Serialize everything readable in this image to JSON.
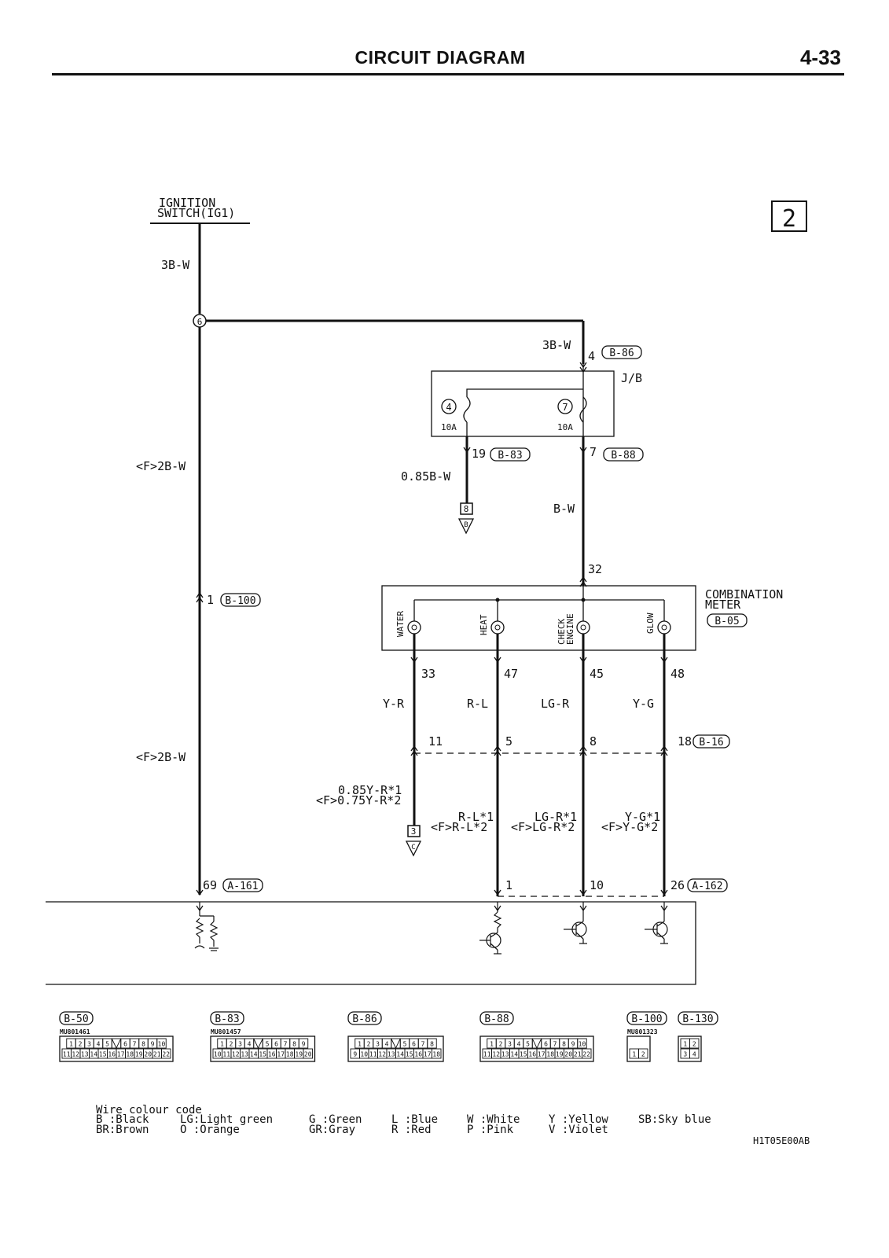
{
  "header": {
    "title": "CIRCUIT DIAGRAM",
    "page_number": "4-33"
  },
  "section_number": "2",
  "ignition_switch": {
    "label_line1": "IGNITION",
    "label_line2": "SWITCH(IG1)"
  },
  "wires": {
    "w_top": "3B-W",
    "w_left_upper": "<F>2B-W",
    "w_left_lower": "<F>2B-W",
    "w_jb_in": "3B-W",
    "w_fuse4_out": "0.85B-W",
    "w_fuse7_out": "B-W",
    "w_water": "Y-R",
    "w_heat": "R-L",
    "w_check": "LG-R",
    "w_glow": "Y-G",
    "w_yr1": "0.85Y-R*1",
    "w_yr2": "<F>0.75Y-R*2",
    "w_rl1": "R-L*1",
    "w_rl2": "<F>R-L*2",
    "w_lgr1": "LG-R*1",
    "w_lgr2": "<F>LG-R*2",
    "w_yg1": "Y-G*1",
    "w_yg2": "<F>Y-G*2"
  },
  "nodes": {
    "splice": "6"
  },
  "jb": {
    "label": "J/B",
    "fuse_a": {
      "number": "4",
      "rating": "10A"
    },
    "fuse_b": {
      "number": "7",
      "rating": "10A"
    }
  },
  "connectors": {
    "b86": "B-86",
    "b83": "B-83",
    "b88": "B-88",
    "b100": "B-100",
    "b05": "B-05",
    "b16": "B-16",
    "a161": "A-161",
    "a162": "A-162"
  },
  "pins": {
    "p4": "4",
    "p19": "19",
    "p7": "7",
    "p32": "32",
    "p1": "1",
    "p33": "33",
    "p47": "47",
    "p45": "45",
    "p48": "48",
    "p11": "11",
    "p5": "5",
    "p8": "8",
    "p18": "18",
    "p69": "69",
    "p1b": "1",
    "p10": "10",
    "p26": "26"
  },
  "grounds": {
    "g1": {
      "box": "8",
      "tri": "B"
    },
    "g2": {
      "box": "3",
      "tri": "C"
    }
  },
  "combination_meter": {
    "label_line1": "COMBINATION",
    "label_line2": "METER",
    "lamps": {
      "water": "WATER",
      "heat": "HEAT",
      "check_line1": "CHECK",
      "check_line2": "ENGINE",
      "glow": "GLOW"
    }
  },
  "connector_faces": [
    {
      "id": "B-50",
      "part": "MU801461",
      "row1": [
        "1",
        "2",
        "3",
        "4",
        "5",
        "",
        "6",
        "7",
        "8",
        "9",
        "10"
      ],
      "row2": [
        "11",
        "12",
        "13",
        "14",
        "15",
        "16",
        "17",
        "18",
        "19",
        "20",
        "21",
        "22"
      ]
    },
    {
      "id": "B-83",
      "part": "MU801457",
      "row1": [
        "1",
        "2",
        "3",
        "4",
        "",
        "5",
        "6",
        "7",
        "8",
        "9"
      ],
      "row2": [
        "10",
        "11",
        "12",
        "13",
        "14",
        "15",
        "16",
        "17",
        "18",
        "19",
        "20"
      ]
    },
    {
      "id": "B-86",
      "part": "",
      "row1": [
        "1",
        "2",
        "3",
        "4",
        "",
        "5",
        "6",
        "7",
        "8"
      ],
      "row2": [
        "9",
        "10",
        "11",
        "12",
        "13",
        "14",
        "15",
        "16",
        "17",
        "18"
      ]
    },
    {
      "id": "B-88",
      "part": "",
      "row1": [
        "1",
        "2",
        "3",
        "4",
        "5",
        "",
        "6",
        "7",
        "8",
        "9",
        "10"
      ],
      "row2": [
        "11",
        "12",
        "13",
        "14",
        "15",
        "16",
        "17",
        "18",
        "19",
        "20",
        "21",
        "22"
      ]
    },
    {
      "id": "B-100",
      "part": "MU801323",
      "row1": [],
      "row2": [
        "1",
        "2"
      ]
    },
    {
      "id": "B-130",
      "part": "",
      "row1": [
        "1",
        "2"
      ],
      "row2": [
        "3",
        "4"
      ]
    }
  ],
  "legend": {
    "title": "Wire colour code",
    "row1": [
      "B :Black",
      "LG:Light green",
      "G :Green",
      "L :Blue",
      "W :White",
      "Y :Yellow",
      "SB:Sky blue"
    ],
    "row2": [
      "BR:Brown",
      "O :Orange",
      "GR:Gray",
      "R :Red",
      "P :Pink",
      "V :Violet"
    ]
  },
  "figure_code": "H1T05E00AB"
}
